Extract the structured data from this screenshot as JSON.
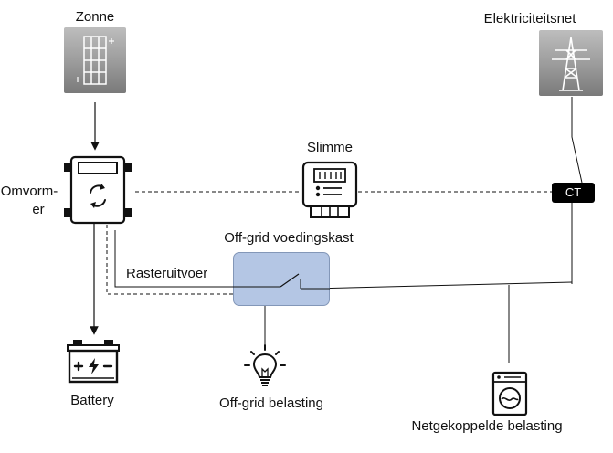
{
  "labels": {
    "sun": "Zonne",
    "grid": "Elektriciteitsnet",
    "inverter_line1": "Omvorm-",
    "inverter_line2": "er",
    "meter": "Slimme",
    "ct": "CT",
    "offgrid_box": "Off-grid voedingskast",
    "grid_feed": "Rasteruitvoer",
    "battery": "Battery",
    "offgrid_load": "Off-grid belasting",
    "grid_load": "Netgekoppelde belasting"
  },
  "icons": {
    "sun": "solar-panel-icon",
    "grid": "transmission-tower-icon",
    "inverter": "inverter-icon",
    "meter": "smart-meter-icon",
    "battery": "battery-icon",
    "offgrid_load": "light-bulb-icon",
    "grid_load": "washing-machine-icon",
    "switch": "switch-icon"
  },
  "colors": {
    "line": "#111111",
    "tile_dark": "#7d7d7d",
    "tile_light": "#cfcfcf",
    "box_fill": "#b4c6e4",
    "box_stroke": "#8397b8",
    "ct_bg": "#000000",
    "ct_text": "#ffffff"
  }
}
